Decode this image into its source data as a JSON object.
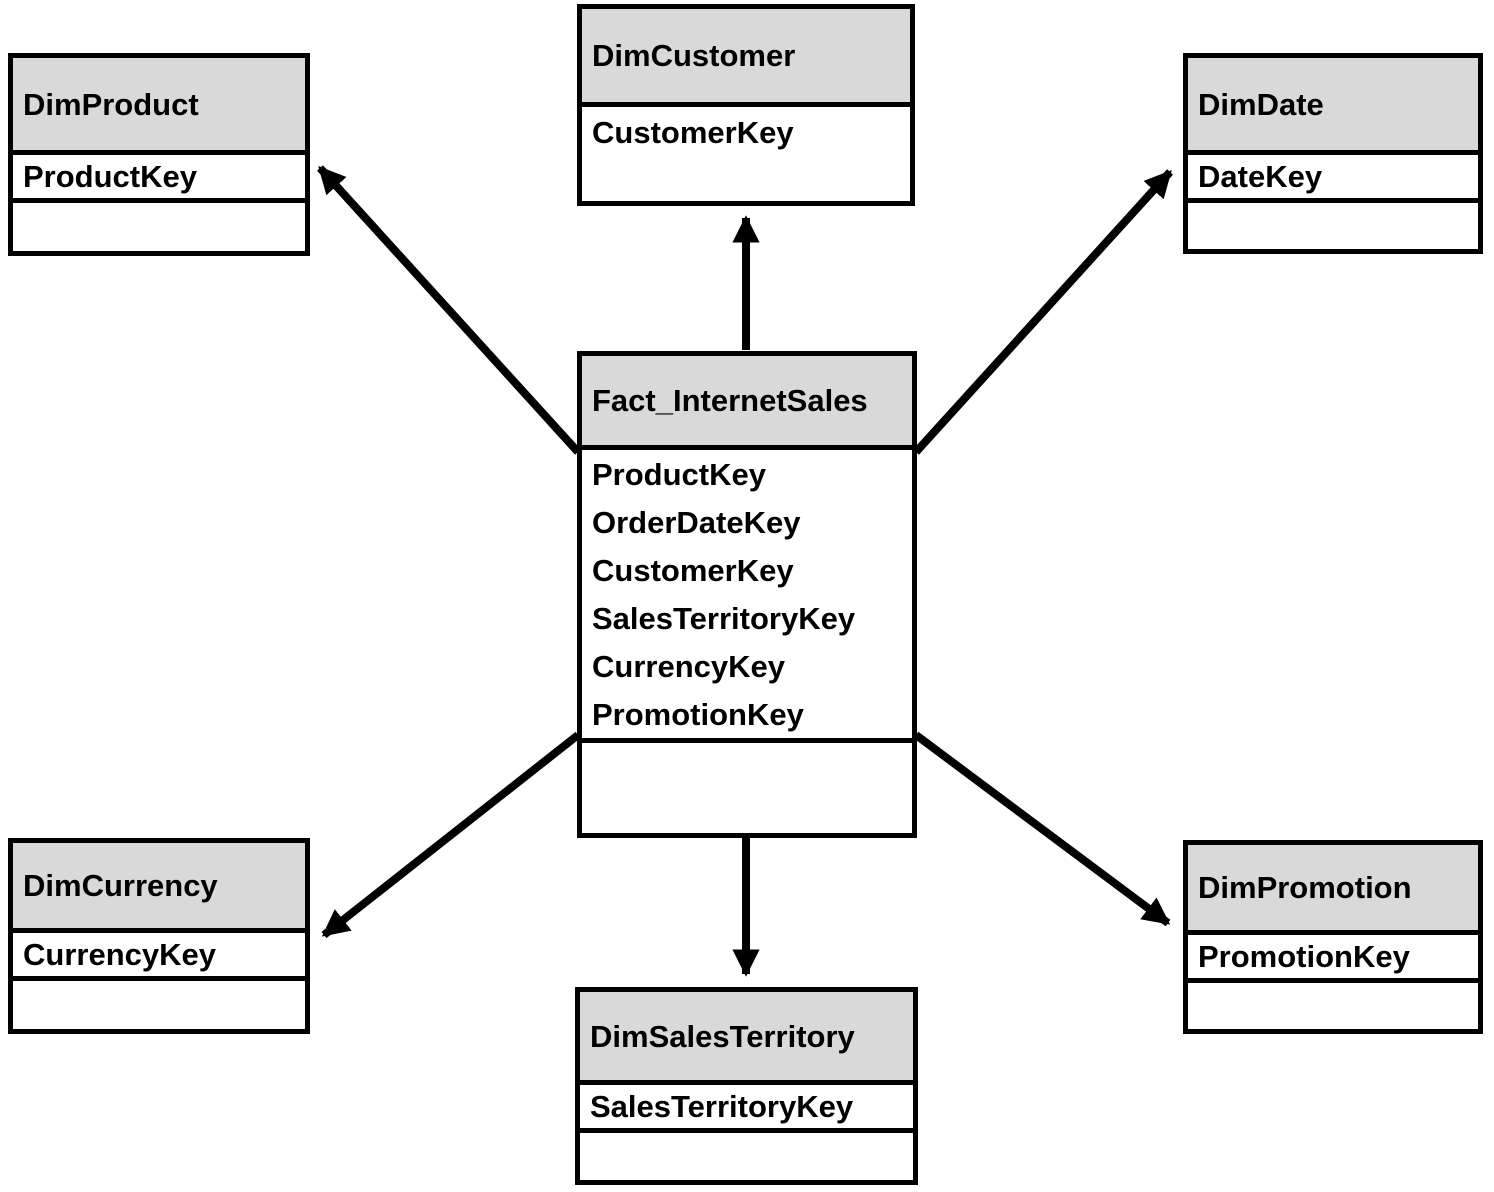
{
  "diagram": {
    "type": "star-schema",
    "fact_table": {
      "title": "Fact_InternetSales",
      "fields": [
        "ProductKey",
        "OrderDateKey",
        "CustomerKey",
        "SalesTerritoryKey",
        "CurrencyKey",
        "PromotionKey"
      ]
    },
    "dimensions": {
      "product": {
        "title": "DimProduct",
        "key": "ProductKey"
      },
      "customer": {
        "title": "DimCustomer",
        "key": "CustomerKey"
      },
      "date": {
        "title": "DimDate",
        "key": "DateKey"
      },
      "currency": {
        "title": "DimCurrency",
        "key": "CurrencyKey"
      },
      "sales_territory": {
        "title": "DimSalesTerritory",
        "key": "SalesTerritoryKey"
      },
      "promotion": {
        "title": "DimPromotion",
        "key": "PromotionKey"
      }
    },
    "relationships": [
      {
        "from": "Fact_InternetSales",
        "to": "DimProduct"
      },
      {
        "from": "Fact_InternetSales",
        "to": "DimCustomer"
      },
      {
        "from": "Fact_InternetSales",
        "to": "DimDate"
      },
      {
        "from": "Fact_InternetSales",
        "to": "DimCurrency"
      },
      {
        "from": "Fact_InternetSales",
        "to": "DimSalesTerritory"
      },
      {
        "from": "Fact_InternetSales",
        "to": "DimPromotion"
      }
    ],
    "colors": {
      "header_fill": "#d9d9d9",
      "border": "#000000",
      "text": "#000000",
      "background": "#ffffff",
      "arrow": "#000000"
    }
  }
}
